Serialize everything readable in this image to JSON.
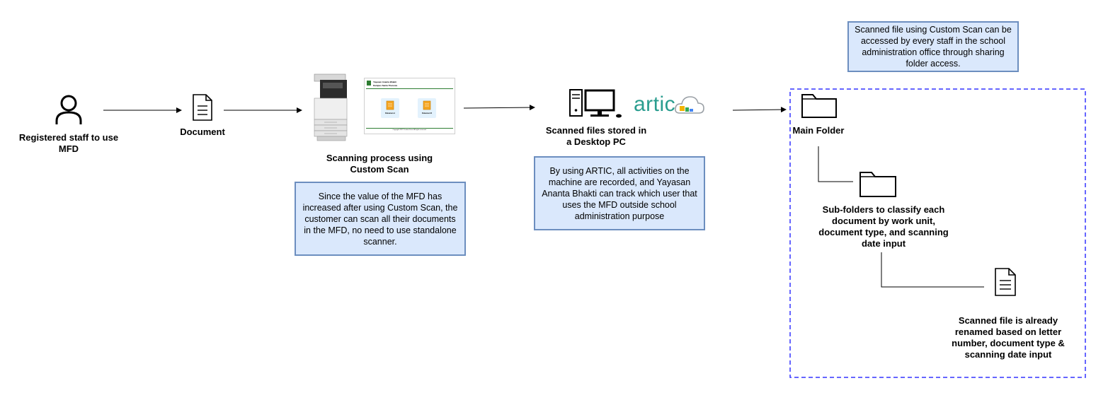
{
  "nodes": {
    "staff": "Registered staff to use MFD",
    "document": "Document",
    "scanning": "Scanning process using Custom Scan",
    "desktop": "Scanned files stored in a Desktop PC",
    "main_folder": "Main Folder",
    "sub_folders": "Sub-folders to classify each document by work unit, document type, and scanning date input",
    "scanned_file": "Scanned file is already renamed based on letter number, document type & scanning date input"
  },
  "notes": {
    "custom_scan": "Since the value of the MFD has increased after using Custom Scan, the customer can scan all their documents in the MFD, no need to use standalone scanner.",
    "artic": "By using ARTIC, all activities on the machine are recorded, and Yayasan Ananta Bhakti can track which user that uses the MFD outside school administration purpose",
    "sharing": "Scanned file using Custom Scan can be accessed by every staff in the school administration office through sharing folder access."
  },
  "logo": {
    "text": "artic",
    "color": "#2a9d8f"
  },
  "screen": {
    "org_line1": "Yayasan Ananta Bhakti",
    "org_line2": "Kampus Santa Theresia",
    "folder1": "Dokumen A",
    "folder2": "Dokumen B",
    "footer": "Copyright 2022 Custom Scan. All rights reserved."
  },
  "colors": {
    "note_fill": "#dae8fc",
    "note_border": "#6c8ebf",
    "dashed_border": "#3333ff"
  }
}
